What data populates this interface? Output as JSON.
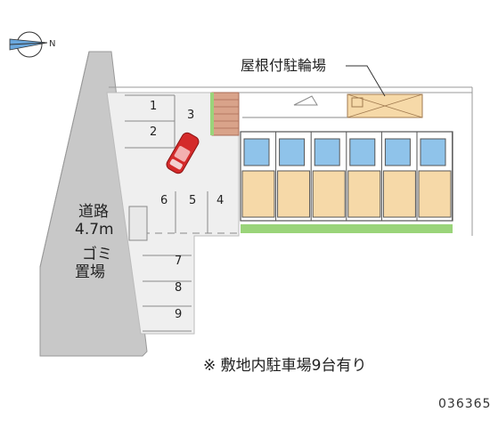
{
  "map": {
    "compass": {
      "north_letter": "N",
      "icon": "north-arrow-icon"
    },
    "road": {
      "name": "道路",
      "width": "4.7m"
    },
    "garbage": {
      "line1": "ゴミ",
      "line2": "置場"
    },
    "roofed_bike_parking": "屋根付駐輪場",
    "parking_slots": [
      "1",
      "2",
      "3",
      "4",
      "5",
      "6",
      "7",
      "8",
      "9"
    ],
    "note": "※ 敷地内駐車場9台有り",
    "property_code": "036365",
    "car_color": "#d42a2a",
    "colors": {
      "road": "#c8c8c8",
      "lot": "#efefef",
      "building_unit": "#f6d9a8",
      "bath_unit": "#8fc3ea",
      "hedge": "#9ad47a",
      "brick": "#d9a38a"
    }
  }
}
